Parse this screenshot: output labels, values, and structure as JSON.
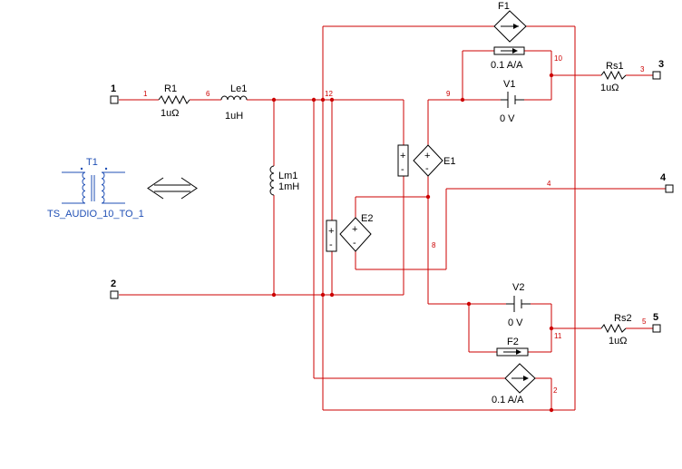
{
  "pins": {
    "p1": "1",
    "p2": "2",
    "p3": "3",
    "p4": "4",
    "p5": "5"
  },
  "components": {
    "R1": {
      "name": "R1",
      "value": "1uΩ"
    },
    "Le1": {
      "name": "Le1",
      "value": "1uH"
    },
    "Lm1": {
      "name": "Lm1",
      "value": "1mH"
    },
    "F1": {
      "name": "F1",
      "value": "0.1 A/A"
    },
    "F2": {
      "name": "F2",
      "value": "0.1 A/A"
    },
    "V1": {
      "name": "V1",
      "value": "0 V"
    },
    "V2": {
      "name": "V2",
      "value": "0 V"
    },
    "E1": {
      "name": "E1"
    },
    "E2": {
      "name": "E2"
    },
    "Rs1": {
      "name": "Rs1",
      "value": "1uΩ"
    },
    "Rs2": {
      "name": "Rs2",
      "value": "1uΩ"
    }
  },
  "transformer": {
    "name": "T1",
    "model": "TS_AUDIO_10_TO_1"
  },
  "nets": {
    "n1": "1",
    "n6": "6",
    "n12": "12",
    "n9": "9",
    "n10": "10",
    "n3": "3",
    "n4": "4",
    "n8": "8",
    "n11": "11",
    "n5": "5",
    "n2": "2"
  },
  "signs": {
    "plus": "+",
    "minus": "-"
  }
}
